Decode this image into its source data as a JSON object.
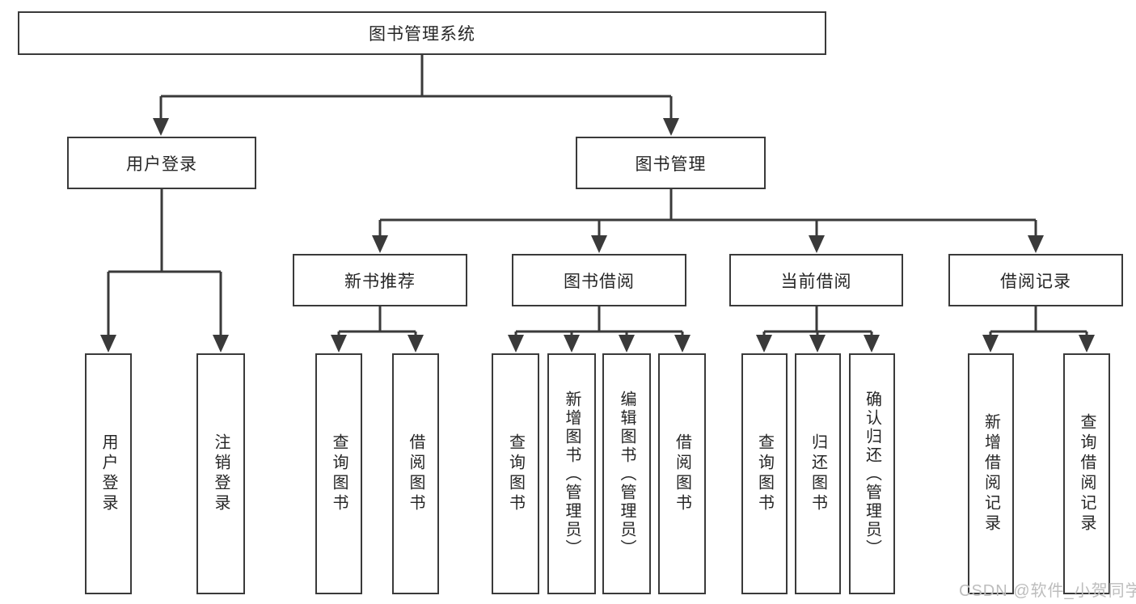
{
  "diagram": {
    "root": {
      "label": "图书管理系统"
    },
    "level2": [
      {
        "label": "用户登录"
      },
      {
        "label": "图书管理"
      }
    ],
    "level3": [
      {
        "label": "新书推荐",
        "parent": "图书管理"
      },
      {
        "label": "图书借阅",
        "parent": "图书管理"
      },
      {
        "label": "当前借阅",
        "parent": "图书管理"
      },
      {
        "label": "借阅记录",
        "parent": "图书管理"
      }
    ],
    "leaves": [
      {
        "label": "用户登录",
        "parent": "用户登录"
      },
      {
        "label": "注销登录",
        "parent": "用户登录"
      },
      {
        "label": "查询图书",
        "parent": "新书推荐"
      },
      {
        "label": "借阅图书",
        "parent": "新书推荐"
      },
      {
        "label": "查询图书",
        "parent": "图书借阅"
      },
      {
        "label": "新增图书（管理员）",
        "parent": "图书借阅"
      },
      {
        "label": "编辑图书（管理员）",
        "parent": "图书借阅"
      },
      {
        "label": "借阅图书",
        "parent": "图书借阅"
      },
      {
        "label": "查询图书",
        "parent": "当前借阅"
      },
      {
        "label": "归还图书",
        "parent": "当前借阅"
      },
      {
        "label": "确认归还（管理员）",
        "parent": "当前借阅"
      },
      {
        "label": "新增借阅记录",
        "parent": "借阅记录"
      },
      {
        "label": "查询借阅记录",
        "parent": "借阅记录"
      }
    ]
  },
  "watermark": "CSDN @软件_小贺同学",
  "colors": {
    "line": "#3a3a3a",
    "text": "#262626",
    "watermark": "#bdbdbd",
    "background": "#ffffff"
  }
}
